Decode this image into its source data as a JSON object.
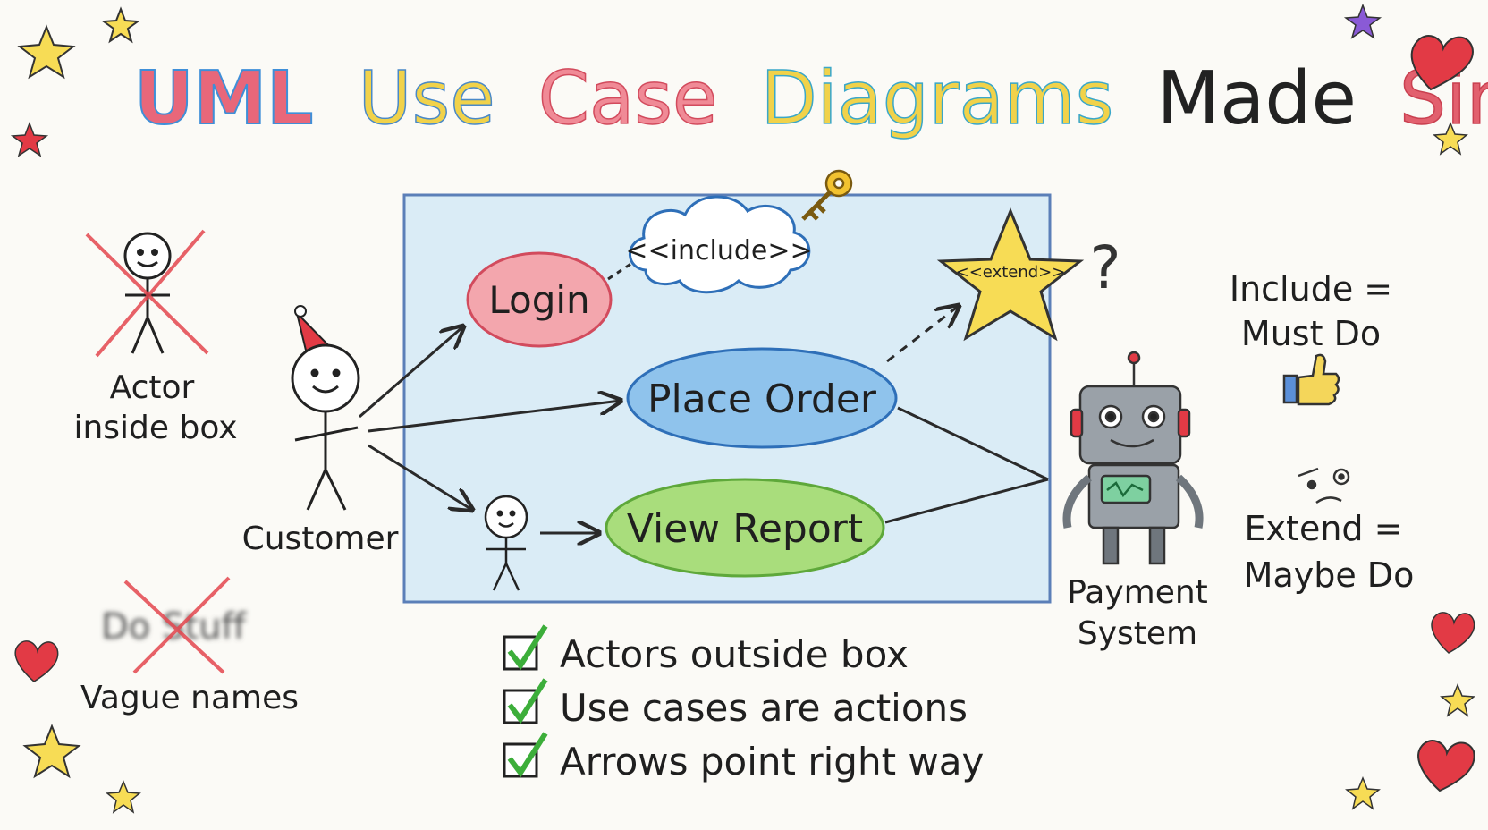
{
  "title": {
    "words": [
      {
        "text": "UML",
        "color": "#e8677a",
        "stroke": "#3f8fd8"
      },
      {
        "text": "Use",
        "color": "#f1d24a",
        "stroke": "#3f8fd8"
      },
      {
        "text": "Case",
        "color": "#f08a96",
        "stroke": "#d24b5d"
      },
      {
        "text": "Diagrams",
        "color": "#f1d24a",
        "stroke": "#3aa7c9"
      },
      {
        "text": "Made",
        "color": "#222222",
        "stroke": "#222222"
      },
      {
        "text": "Simple!",
        "color": "#e2606e",
        "stroke": "#c94050"
      }
    ]
  },
  "mistakes": {
    "actor_inside": {
      "line1": "Actor",
      "line2": "inside box"
    },
    "vague": {
      "example": "Do Stuff",
      "label": "Vague names"
    }
  },
  "diagram": {
    "actors": {
      "customer": "Customer",
      "payment": {
        "line1": "Payment",
        "line2": "System"
      }
    },
    "use_cases": {
      "login": "Login",
      "place_order": "Place Order",
      "view_report": "View Report"
    },
    "stereotypes": {
      "include": "<<include>>",
      "extend": "<<extend>>"
    },
    "question_mark": "?"
  },
  "legend": {
    "include": {
      "line1": "Include =",
      "line2": "Must Do"
    },
    "extend": {
      "line1": "Extend =",
      "line2": "Maybe Do"
    }
  },
  "checklist": [
    {
      "text": "Actors outside box"
    },
    {
      "text": "Use cases are actions"
    },
    {
      "text": "Arrows point right way"
    }
  ],
  "colors": {
    "system_box": "#bfe0f3",
    "system_border": "#5b7fb8",
    "login_fill": "#f3a6ad",
    "place_order_fill": "#8fc3ec",
    "view_report_fill": "#a9dd7c",
    "star": "#f7dc55",
    "heart": "#e23a45",
    "check": "#3cae3a"
  }
}
